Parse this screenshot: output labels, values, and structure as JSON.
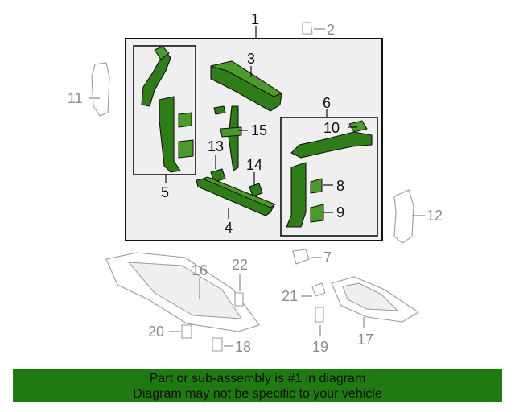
{
  "callouts": {
    "c1": "1",
    "c2": "2",
    "c3": "3",
    "c4": "4",
    "c5": "5",
    "c6": "6",
    "c7": "7",
    "c8": "8",
    "c9": "9",
    "c10": "10",
    "c11": "11",
    "c12": "12",
    "c13": "13",
    "c14": "14",
    "c15": "15",
    "c16": "16",
    "c17": "17",
    "c18": "18",
    "c19": "19",
    "c20": "20",
    "c21": "21",
    "c22": "22"
  },
  "footer": {
    "line1": "Part or sub-assembly is #1 in diagram",
    "line2": "Diagram may not be specific to your vehicle"
  },
  "colors": {
    "assembly_green": "#2f7d18",
    "footer_bg": "#1f7a12",
    "panel_bg": "#efefef"
  }
}
